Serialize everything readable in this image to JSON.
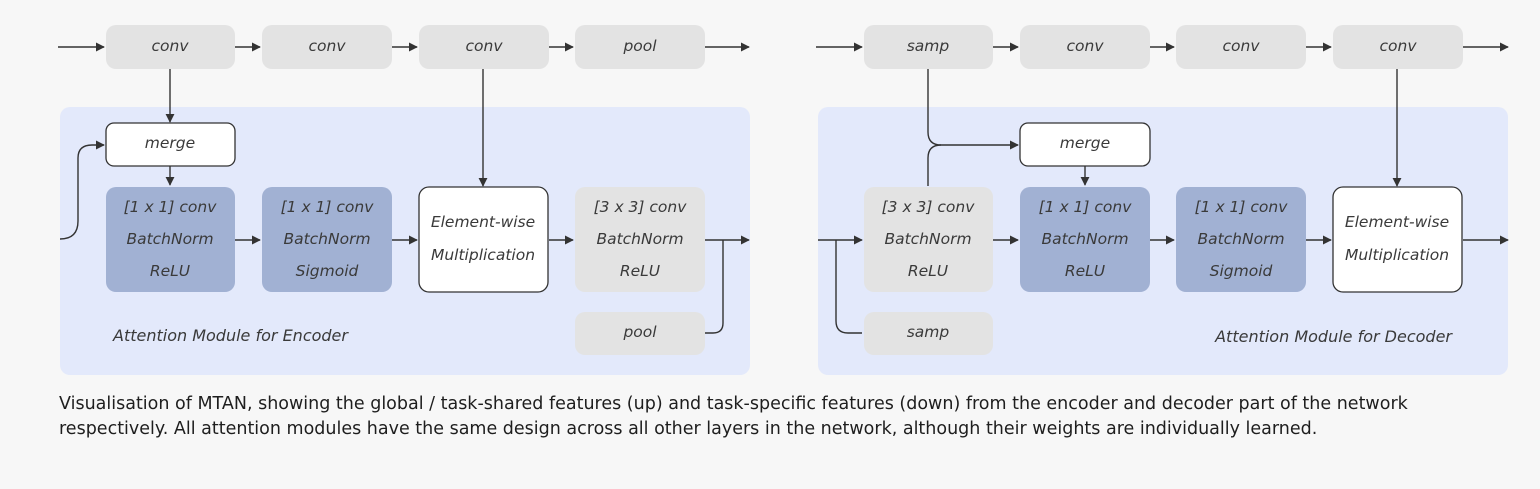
{
  "encoder": {
    "top_row": [
      "conv",
      "conv",
      "conv",
      "pool"
    ],
    "merge": "merge",
    "blocks": [
      [
        "[1 x 1] conv",
        "BatchNorm",
        "ReLU"
      ],
      [
        "[1 x 1] conv",
        "BatchNorm",
        "Sigmoid"
      ],
      [
        "Element-wise",
        "Multiplication"
      ],
      [
        "[3  x 3] conv",
        "BatchNorm",
        "ReLU"
      ]
    ],
    "pool": "pool",
    "title": "Attention Module for Encoder"
  },
  "decoder": {
    "top_row": [
      "samp",
      "conv",
      "conv",
      "conv"
    ],
    "merge": "merge",
    "blocks": [
      [
        "[3  x 3] conv",
        "BatchNorm",
        "ReLU"
      ],
      [
        "[1 x 1] conv",
        "BatchNorm",
        "ReLU"
      ],
      [
        "[1 x 1] conv",
        "BatchNorm",
        "Sigmoid"
      ],
      [
        "Element-wise",
        "Multiplication"
      ]
    ],
    "samp": "samp",
    "title": "Attention Module for Decoder"
  },
  "colors": {
    "panel": "#e3e9fb",
    "gray_box": "#e3e3e3",
    "blue_box": "#a1b1d3",
    "line": "#333333"
  },
  "caption": "Visualisation of MTAN, showing the global / task-shared features (up) and task-specific features (down) from the encoder and decoder part of the network respectively. All attention modules have the same design across all other layers in the network, although their weights are individually learned."
}
